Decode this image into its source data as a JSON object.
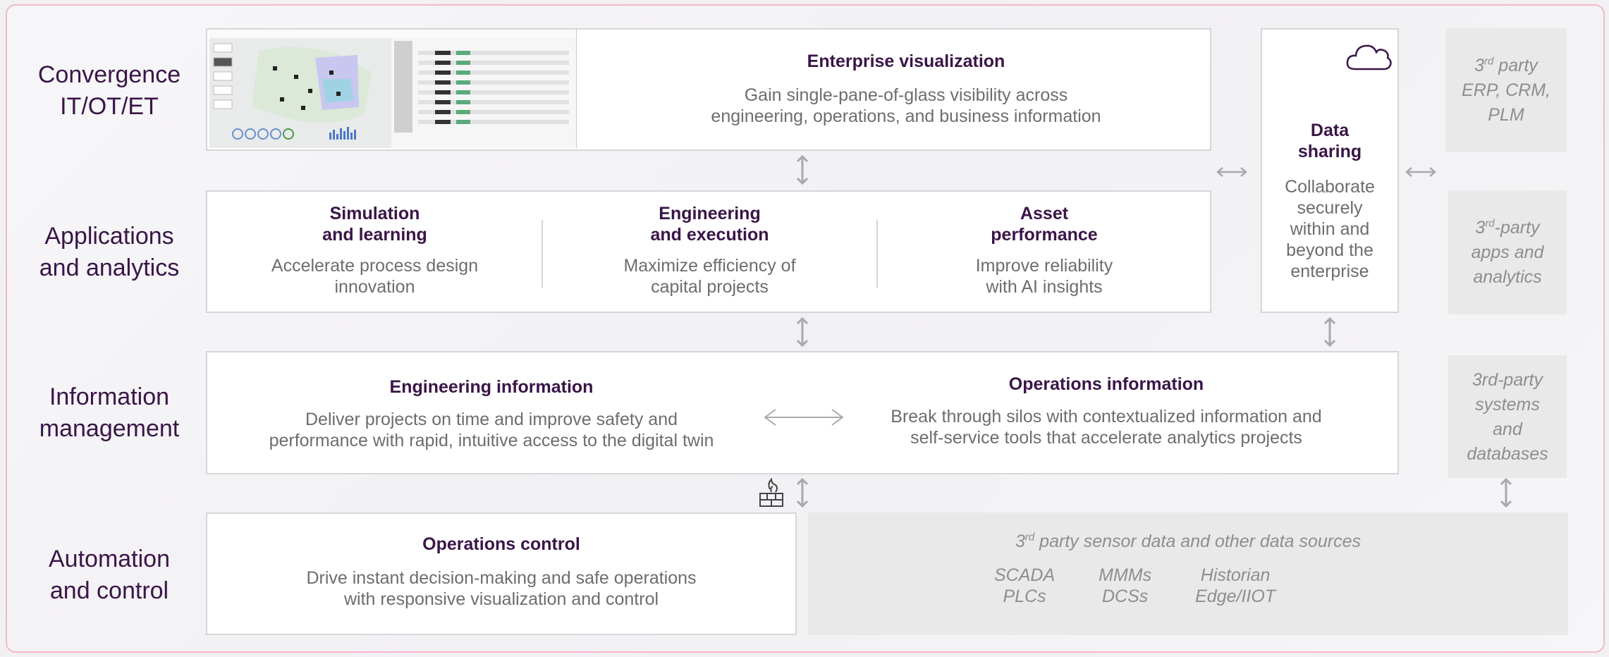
{
  "rows": {
    "convergence": "Convergence\nIT/OT/ET",
    "applications": "Applications\nand analytics",
    "information": "Information\nmanagement",
    "automation": "Automation\nand control"
  },
  "enterprise": {
    "title": "Enterprise visualization",
    "desc": "Gain single-pane-of-glass visibility across\nengineering, operations, and business information"
  },
  "apps": [
    {
      "title": "Simulation\nand learning",
      "desc": "Accelerate process design\ninnovation"
    },
    {
      "title": "Engineering\nand execution",
      "desc": "Maximize efficiency of\ncapital projects"
    },
    {
      "title": "Asset\nperformance",
      "desc": "Improve reliability\nwith AI insights"
    }
  ],
  "data_sharing": {
    "title": "Data\nsharing",
    "desc": "Collaborate\nsecurely\nwithin and\nbeyond the\nenterprise",
    "icon": "cloud-icon"
  },
  "info": {
    "eng_title": "Engineering information",
    "eng_desc": "Deliver projects on time and improve safety and\nperformance with rapid, intuitive access to the digital twin",
    "ops_title": "Operations information",
    "ops_desc": "Break through silos with contextualized information and\nself-service tools that accelerate analytics projects"
  },
  "control": {
    "title": "Operations control",
    "desc": "Drive instant decision-making and safe operations\nwith responsive visualization and control",
    "firewall_icon": "firewall-icon"
  },
  "third_party": {
    "erp_sup": "rd",
    "erp_pre": "3",
    "erp_rest": " party\nERP, CRM,\nPLM",
    "apps_pre": "3",
    "apps_sup": "rd",
    "apps_rest": "-party\napps and\nanalytics",
    "systems": "3rd-party\nsystems\nand\ndatabases",
    "sensor_pre": "3",
    "sensor_sup": "rd",
    "sensor_rest": " party sensor data and other data sources",
    "sources": [
      [
        "SCADA",
        "PLCs"
      ],
      [
        "MMMs",
        "DCSs"
      ],
      [
        "Historian",
        "Edge/IIOT"
      ]
    ]
  },
  "colors": {
    "accent": "#3a1548",
    "text_grey": "#6d6d70",
    "italic_grey": "#8e8e91",
    "border": "#d6d6d8",
    "frame_pink": "#f3b8c9"
  }
}
